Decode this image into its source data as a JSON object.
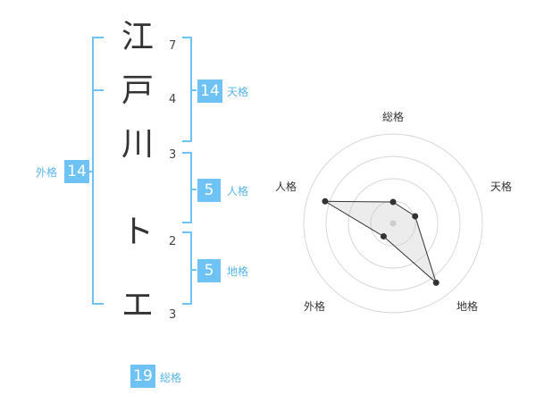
{
  "name": {
    "chars": [
      {
        "char": "江",
        "strokes": "7"
      },
      {
        "char": "戸",
        "strokes": "4"
      },
      {
        "char": "川",
        "strokes": "3"
      },
      {
        "char": "ト",
        "strokes": "2"
      },
      {
        "char": "エ",
        "strokes": "3"
      }
    ]
  },
  "scores": {
    "tenkaku": {
      "value": "14",
      "label": "天格"
    },
    "jinkaku": {
      "value": "5",
      "label": "人格"
    },
    "chikaku": {
      "value": "5",
      "label": "地格"
    },
    "gaikaku": {
      "value": "14",
      "label": "外格"
    },
    "soukaku": {
      "value": "19",
      "label": "総格"
    }
  },
  "colors": {
    "accent": "#6ec3f4",
    "accent_text": "#56b4ea",
    "text": "#333333"
  },
  "chart_data": {
    "type": "radar",
    "axes": [
      "総格",
      "天格",
      "地格",
      "外格",
      "人格"
    ],
    "values": [
      0.24,
      0.26,
      0.82,
      0.18,
      0.8
    ],
    "rings": 4,
    "grid": true
  }
}
